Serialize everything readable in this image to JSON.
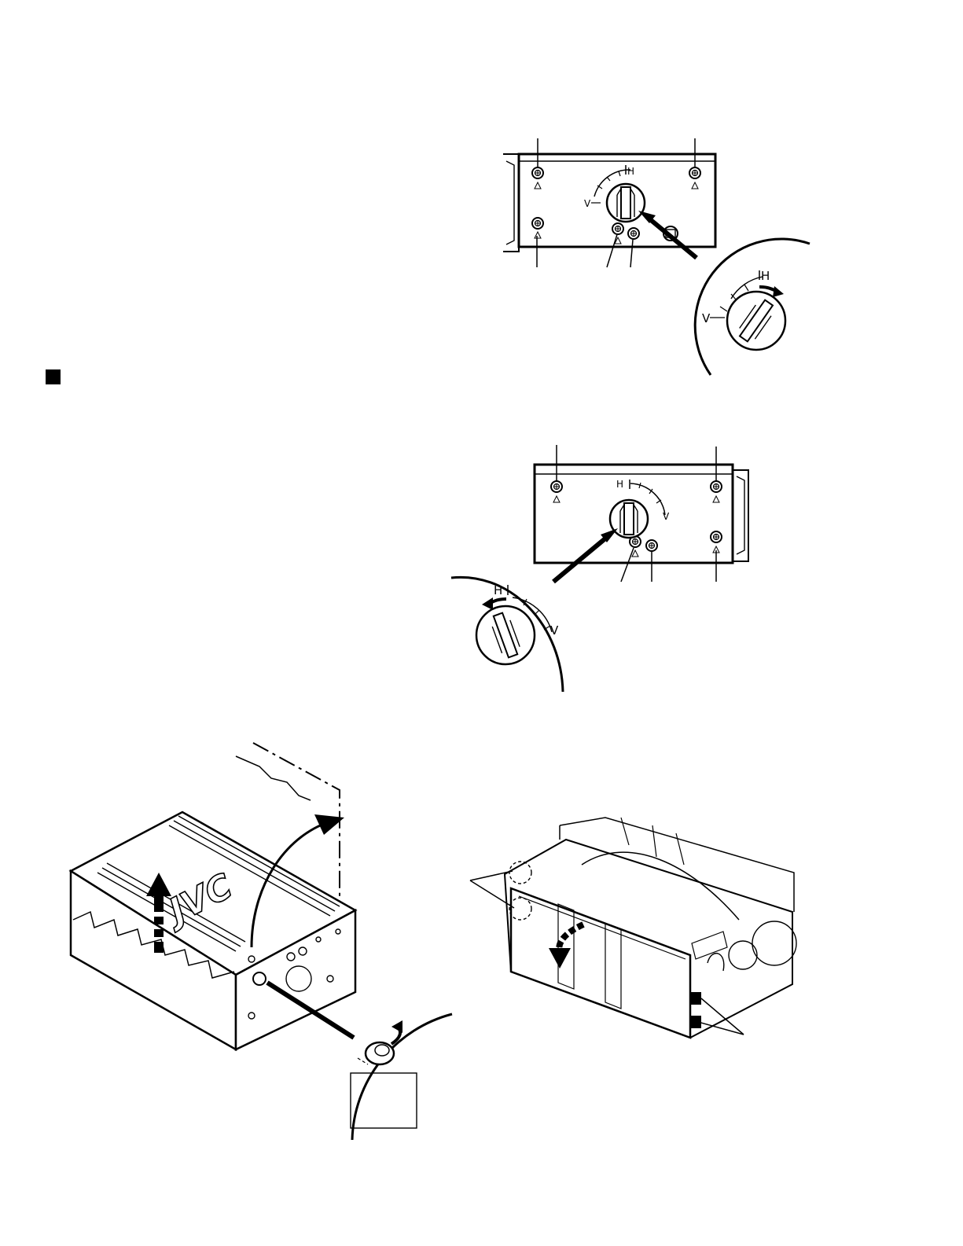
{
  "section_marker": "square-bullet",
  "figure1": {
    "dial": {
      "h_label": "H",
      "v_label": "V"
    },
    "zoom": {
      "h_label": "H",
      "v_label": "V"
    }
  },
  "figure2": {
    "dial": {
      "h_label": "H",
      "v_label": "V"
    },
    "zoom": {
      "h_label": "H",
      "v_label": "V"
    }
  },
  "figure3": {
    "brand_logo": "JVC"
  },
  "figure4": {}
}
